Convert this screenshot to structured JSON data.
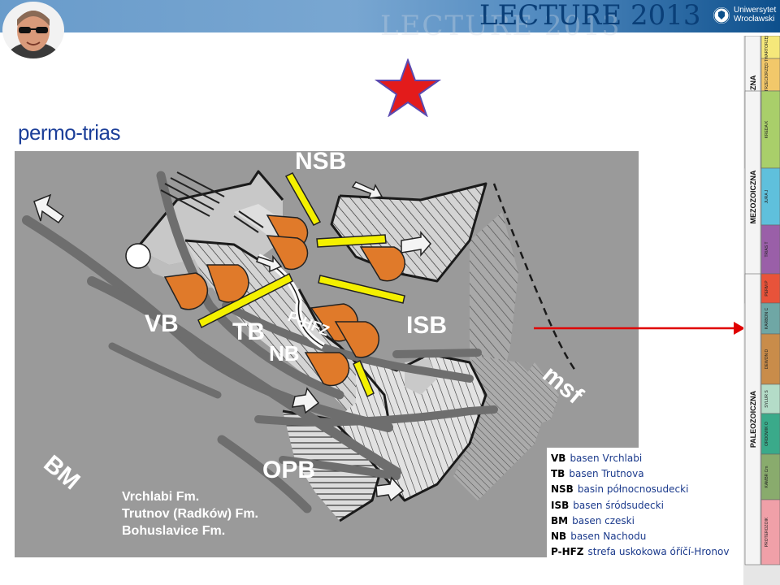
{
  "header": {
    "title": "LECTURE 2013",
    "university_line1": "Uniwersytet",
    "university_line2": "Wrocławski"
  },
  "slide": {
    "subtitle": "permo-trias"
  },
  "map": {
    "labels": {
      "nsb": "NSB",
      "vb": "VB",
      "tb": "TB",
      "nb": "NB",
      "isb": "ISB",
      "phfz": "P-HFZ",
      "msf": "msf",
      "bm": "BM",
      "opb": "OPB"
    },
    "formations": [
      "Vrchlabi Fm.",
      "Trutnov (Radków) Fm.",
      "Bohuslavice Fm."
    ]
  },
  "legend": [
    {
      "abbr": "VB",
      "desc": "basen Vrchlabi"
    },
    {
      "abbr": "TB",
      "desc": "basen Trutnova"
    },
    {
      "abbr": "NSB",
      "desc": "basin północnosudecki"
    },
    {
      "abbr": "ISB",
      "desc": "basen śródsudecki"
    },
    {
      "abbr": "BM",
      "desc": "basen czeski"
    },
    {
      "abbr": "NB",
      "desc": "basen Nachodu"
    },
    {
      "abbr": "P-HFZ",
      "desc": "strefa uskokowa óříčí-Hronov"
    }
  ],
  "timescale": {
    "eras": [
      "KENOZOICZNA",
      "MEZOZOICZNA",
      "PALEOZOICZNA"
    ],
    "periods": [
      {
        "name": "CZWARTORZĘD Q",
        "color": "#f5e87a"
      },
      {
        "name": "TRZECIORZĘD Tr",
        "color": "#f2c86a"
      },
      {
        "name": "KREDA K",
        "color": "#a9cf6a"
      },
      {
        "name": "JURA J",
        "color": "#5fc0dc"
      },
      {
        "name": "TRIAS T",
        "color": "#9a5fa8"
      },
      {
        "name": "PERM P",
        "color": "#e8533a"
      },
      {
        "name": "KARBON C",
        "color": "#6fa7a5"
      },
      {
        "name": "DEWON D",
        "color": "#c98c4a"
      },
      {
        "name": "SYLUR S",
        "color": "#b4dcc8"
      },
      {
        "name": "ORDOWIK O",
        "color": "#3aaa8a"
      },
      {
        "name": "KAMBR Cm",
        "color": "#89ab6d"
      },
      {
        "name": "PROTEROZOIK",
        "color": "#f0a0a8"
      }
    ]
  },
  "colors": {
    "slide_bg": "#ffffff",
    "map_bg": "#9a9a9a",
    "fan": "#e07a2a",
    "arrow_yellow": "#f4f000",
    "title_blue": "#0a3f78",
    "subtitle_blue": "#1c3f99",
    "legend_text": "#1b3a8c",
    "star_red": "#e31b1b",
    "pointer_red": "#e00000"
  }
}
